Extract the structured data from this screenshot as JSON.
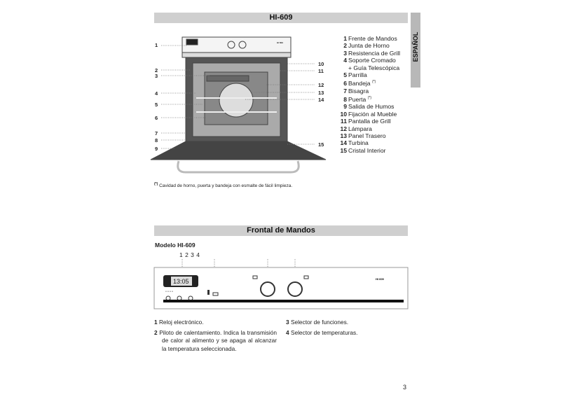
{
  "header": {
    "title": "HI-609"
  },
  "side_tab": {
    "label": "ESPAÑOL"
  },
  "diagram": {
    "left_callouts": [
      "1",
      "2",
      "3",
      "4",
      "5",
      "6",
      "7",
      "8",
      "9"
    ],
    "right_callouts": [
      "10",
      "11",
      "12",
      "13",
      "14",
      "15"
    ],
    "panel_model_text": "HI 609"
  },
  "parts": [
    {
      "n": "1",
      "label": "Frente de Mandos"
    },
    {
      "n": "2",
      "label": "Junta de Horno"
    },
    {
      "n": "3",
      "label": "Resistencia de Grill"
    },
    {
      "n": "4",
      "label": "Soporte Cromado",
      "sub": "+ Guía Telescópica"
    },
    {
      "n": "5",
      "label": "Parrilla"
    },
    {
      "n": "6",
      "label": "Bandeja",
      "mark": "(*)"
    },
    {
      "n": "7",
      "label": "Bisagra"
    },
    {
      "n": "8",
      "label": "Puerta",
      "mark": "(*)"
    },
    {
      "n": "9",
      "label": "Salida de Humos"
    },
    {
      "n": "10",
      "label": "Fijación al Mueble"
    },
    {
      "n": "11",
      "label": "Pantalla de Grill"
    },
    {
      "n": "12",
      "label": "Lámpara"
    },
    {
      "n": "13",
      "label": "Panel Trasero"
    },
    {
      "n": "14",
      "label": "Turbina"
    },
    {
      "n": "15",
      "label": "Cristal Interior"
    }
  ],
  "footnote": {
    "mark": "(*)",
    "text": "Cavidad de horno, puerta y bandeja con esmalte de fácil limpieza."
  },
  "section2": {
    "title": "Frontal de Mandos",
    "model": "Modelo HI-609",
    "callout_numbers": "1 2 3 4",
    "clock_display": "13:05",
    "panel_model": "HI 609",
    "items": [
      {
        "n": "1",
        "text": "Reloj electrónico."
      },
      {
        "n": "2",
        "text": "Piloto de calentamiento. Indica la transmisión de calor al alimento y se apaga al alcanzar la temperatura seleccionada."
      },
      {
        "n": "3",
        "text": "Selector de funciones."
      },
      {
        "n": "4",
        "text": "Selector de temperaturas."
      }
    ]
  },
  "page_number": "3"
}
